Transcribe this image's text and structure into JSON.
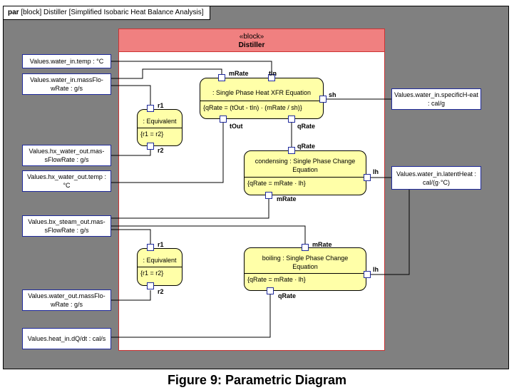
{
  "frame": {
    "kind": "par",
    "header": "[block] Distiller [Simplified Isobaric Heat Balance Analysis]"
  },
  "block": {
    "stereotype": "«block»",
    "name": "Distiller"
  },
  "values": {
    "water_in_temp": "Values.water_in.temp : °C",
    "water_in_massflow": "Values.water_in.massFlo-wRate : g/s",
    "hx_water_out_massflow": "Values.hx_water_out.mas-sFlowRate : g/s",
    "hx_water_out_temp": "Values.hx_water_out.temp : °C",
    "bx_steam_out_massflow": "Values.bx_steam_out.mas-sFlowRate : g/s",
    "water_out_massflow": "Values.water_out.massFlo-wRate : g/s",
    "heat_in_dqdt": "Values.heat_in.dQ/dt : cal/s",
    "water_in_specific_heat": "Values.water_in.specificH-eat : cal/g",
    "water_in_latent_heat": "Values.water_in.latentHeat : cal/(g·°C)"
  },
  "constraints": {
    "heat_xfr": {
      "title": ": Single Phase Heat XFR Equation",
      "equation": "{qRate = (tOut - tIn) · (mRate / sh)}"
    },
    "equivalent_top": {
      "title": ": Equivalent",
      "equation": "{r1 = r2}"
    },
    "condensing": {
      "title": "condensing : Single Phase Change Equation",
      "equation": "{qRate = mRate · lh}"
    },
    "equivalent_bottom": {
      "title": ": Equivalent",
      "equation": "{r1 = r2}"
    },
    "boiling": {
      "title": "boiling : Single Phase Change Equation",
      "equation": "{qRate = mRate · lh}"
    }
  },
  "ports": {
    "mRate": "mRate",
    "tIn": "tIn",
    "sh": "sh",
    "tOut": "tOut",
    "qRate": "qRate",
    "r1": "r1",
    "r2": "r2",
    "lh": "lh"
  },
  "caption": "Figure 9: Parametric Diagram",
  "colors": {
    "frame_bg": "#808080",
    "block_header": "#f08080",
    "constraint_fill": "#ffffa8",
    "port_border": "#1f2a9c"
  }
}
